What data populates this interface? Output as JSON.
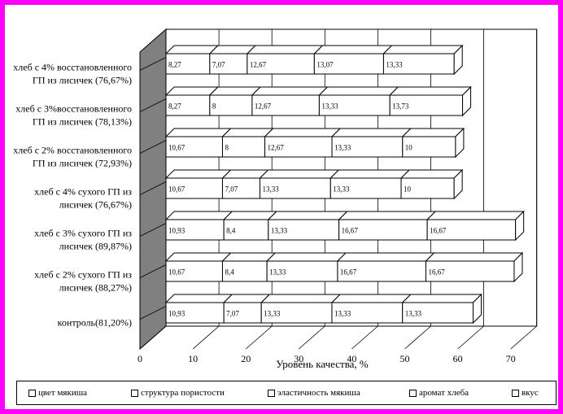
{
  "chart_data": {
    "type": "bar",
    "orientation": "horizontal",
    "stacked": true,
    "three_d": true,
    "xlabel": "Уровень качества, %",
    "ylabel": "",
    "title": "",
    "xlim": [
      0,
      70
    ],
    "x_ticks": [
      "0",
      "10",
      "20",
      "30",
      "40",
      "50",
      "60",
      "70"
    ],
    "grid": true,
    "legend_position": "bottom",
    "categories": [
      "хлеб с 4% восстановленного ГП из лисичек (76,67%)",
      "хлеб с 3%восстановленного ГП из лисичек (78,13%)",
      "хлеб с 2% восстановленного ГП из лисичек (72,93%)",
      "хлеб с 4% сухого ГП из лисичек (76,67%)",
      "хлеб с 3% сухого ГП из лисичек (89,87%)",
      "хлеб с 2% сухого ГП из лисичек (88,27%)",
      "контроль(81,20%)"
    ],
    "category_lines": [
      [
        "хлеб с 4% восстановленного",
        "ГП из лисичек (76,67%)"
      ],
      [
        "хлеб с 3%восстановленного",
        "ГП из лисичек (78,13%)"
      ],
      [
        "хлеб с 2% восстановленного",
        "ГП из лисичек (72,93%)"
      ],
      [
        "хлеб с 4% сухого ГП из",
        "лисичек (76,67%)"
      ],
      [
        "хлеб с 3% сухого ГП из",
        "лисичек (89,87%)"
      ],
      [
        "хлеб с 2% сухого ГП из",
        "лисичек (88,27%)"
      ],
      [
        "контроль(81,20%)"
      ]
    ],
    "series": [
      {
        "name": "цвет мякиша",
        "values": [
          8.27,
          8.27,
          10.67,
          10.67,
          10.93,
          10.67,
          10.93
        ],
        "labels": [
          "8,27",
          "8,27",
          "10,67",
          "10,67",
          "10,93",
          "10,67",
          "10,93"
        ]
      },
      {
        "name": "структура пористости",
        "values": [
          7.07,
          8,
          8,
          7.07,
          8.4,
          8.4,
          7.07
        ],
        "labels": [
          "7,07",
          "8",
          "8",
          "7,07",
          "8,4",
          "8,4",
          "7,07"
        ]
      },
      {
        "name": "эластичность мякиша",
        "values": [
          12.67,
          12.67,
          12.67,
          13.33,
          13.33,
          13.33,
          13.33
        ],
        "labels": [
          "12,67",
          "12,67",
          "12,67",
          "13,33",
          "13,33",
          "13,33",
          "13,33"
        ]
      },
      {
        "name": "аромат хлеба",
        "values": [
          13.07,
          13.33,
          13.33,
          13.33,
          16.67,
          16.67,
          13.33
        ],
        "labels": [
          "13,07",
          "13,33",
          "13,33",
          "13,33",
          "16,67",
          "16,67",
          "13,33"
        ]
      },
      {
        "name": "вкус",
        "values": [
          13.33,
          13.73,
          10,
          10,
          16.67,
          16.67,
          13.33
        ],
        "labels": [
          "13,33",
          "13,73",
          "10",
          "10",
          "16,67",
          "16,67",
          "13,33"
        ]
      }
    ],
    "colors": {
      "background": "#ff00ff",
      "plot": "#ffffff",
      "side_wall": "#808080",
      "bar_fill": "#ffffff",
      "stroke": "#000000"
    }
  }
}
